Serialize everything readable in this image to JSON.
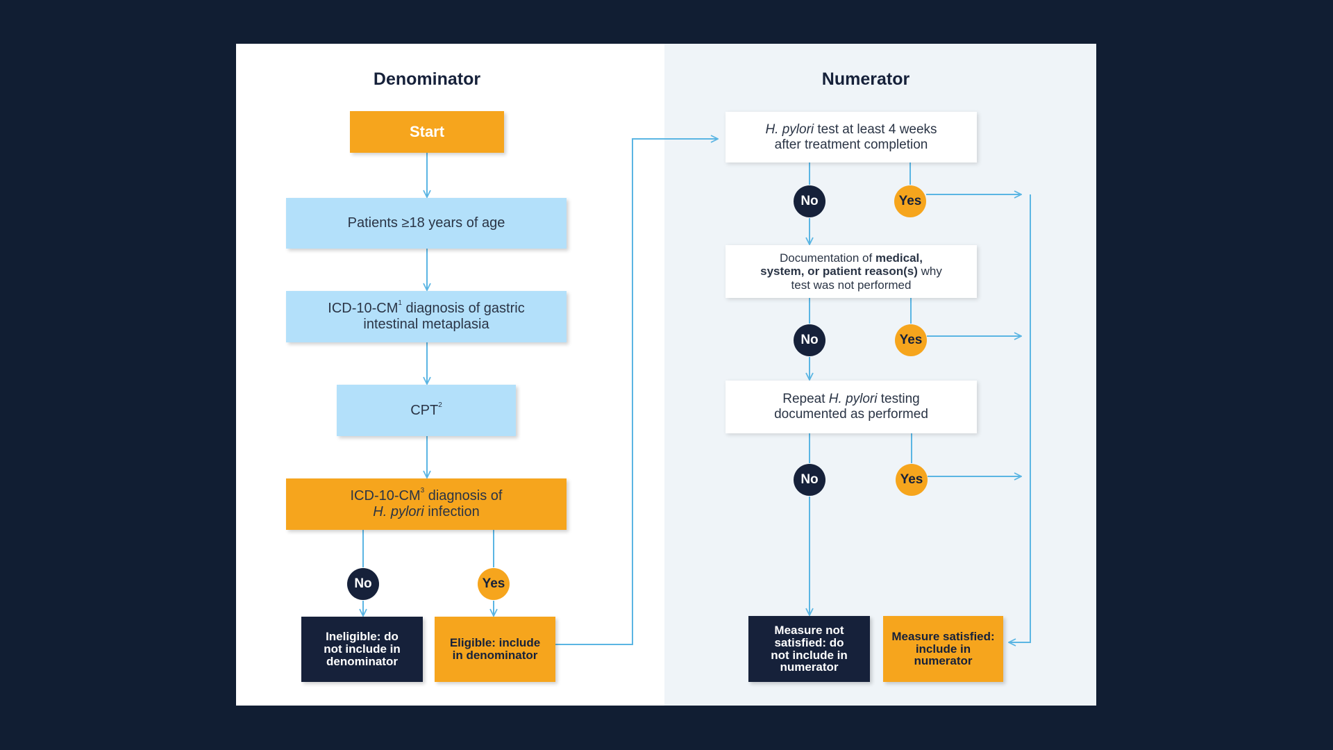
{
  "denominator": {
    "heading": "Denominator",
    "start": "Start",
    "patients_age": "Patients ≥18 years of age",
    "icd1_pre": "ICD-10-CM",
    "icd1_sup": "1",
    "icd1_post": " diagnosis of gastric intestinal metaplasia",
    "cpt": "CPT",
    "cpt_sup": "2",
    "icd3_pre": "ICD-10-CM",
    "icd3_sup": "3",
    "icd3_post": " diagnosis of",
    "icd3_italic": "H. pylori",
    "icd3_tail": " infection",
    "no": "No",
    "yes": "Yes",
    "ineligible": "Ineligible: do not include in denominator",
    "eligible": "Eligible: include in denominator"
  },
  "numerator": {
    "heading": "Numerator",
    "test_italic": "H. pylori",
    "test_text": " test at least 4 weeks after treatment completion",
    "doc_pre": "Documentation of ",
    "doc_bold": "medical, system, or patient reason(s)",
    "doc_post": " why test was not performed",
    "repeat_pre": "Repeat ",
    "repeat_italic": "H. pylori",
    "repeat_post": " testing documented as performed",
    "no": "No",
    "yes": "Yes",
    "not_satisfied": "Measure not satisfied: do not include in numerator",
    "satisfied": "Measure satisfied: include in numerator"
  },
  "colors": {
    "navy": "#16213a",
    "orange": "#f6a51d",
    "light_blue": "#b3e0fa",
    "line_blue": "#5ab5e3",
    "panel_right": "#eff4f8"
  }
}
